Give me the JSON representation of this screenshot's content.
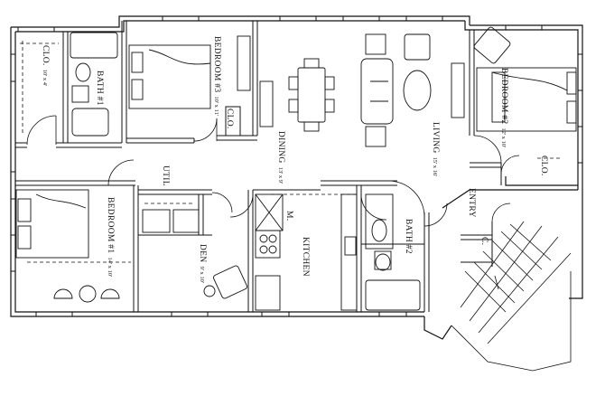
{
  "rooms": {
    "closet_left": {
      "name": "CLO.",
      "dims": "10' x 4'"
    },
    "bath1": {
      "name": "BATH #1",
      "dims": ""
    },
    "bedroom3": {
      "name": "BEDROOM #3",
      "dims": "10' x 11'"
    },
    "closet_bed3": {
      "name": "CLO.",
      "dims": ""
    },
    "dining": {
      "name": "DINING",
      "dims": "13' x 9'"
    },
    "living": {
      "name": "LIVING",
      "dims": "15' x 16'"
    },
    "bedroom2": {
      "name": "BEDROOM #2",
      "dims": "12' x 10'"
    },
    "closet_bed2": {
      "name": "CLO.",
      "dims": ""
    },
    "util": {
      "name": "UTIL",
      "dims": ""
    },
    "bedroom1": {
      "name": "BEDROOM #1",
      "dims": "14' x 10'"
    },
    "den": {
      "name": "DEN",
      "dims": "9' x 10'"
    },
    "microwave": {
      "name": "M.",
      "dims": ""
    },
    "kitchen": {
      "name": "KITCHEN",
      "dims": ""
    },
    "bath2": {
      "name": "BATH #2",
      "dims": ""
    },
    "entry": {
      "name": "ENTRY",
      "dims": ""
    },
    "closet_entry": {
      "name": "C.",
      "dims": ""
    }
  },
  "colors": {
    "line": "#111111",
    "background": "#ffffff",
    "hatch": "#444444"
  }
}
